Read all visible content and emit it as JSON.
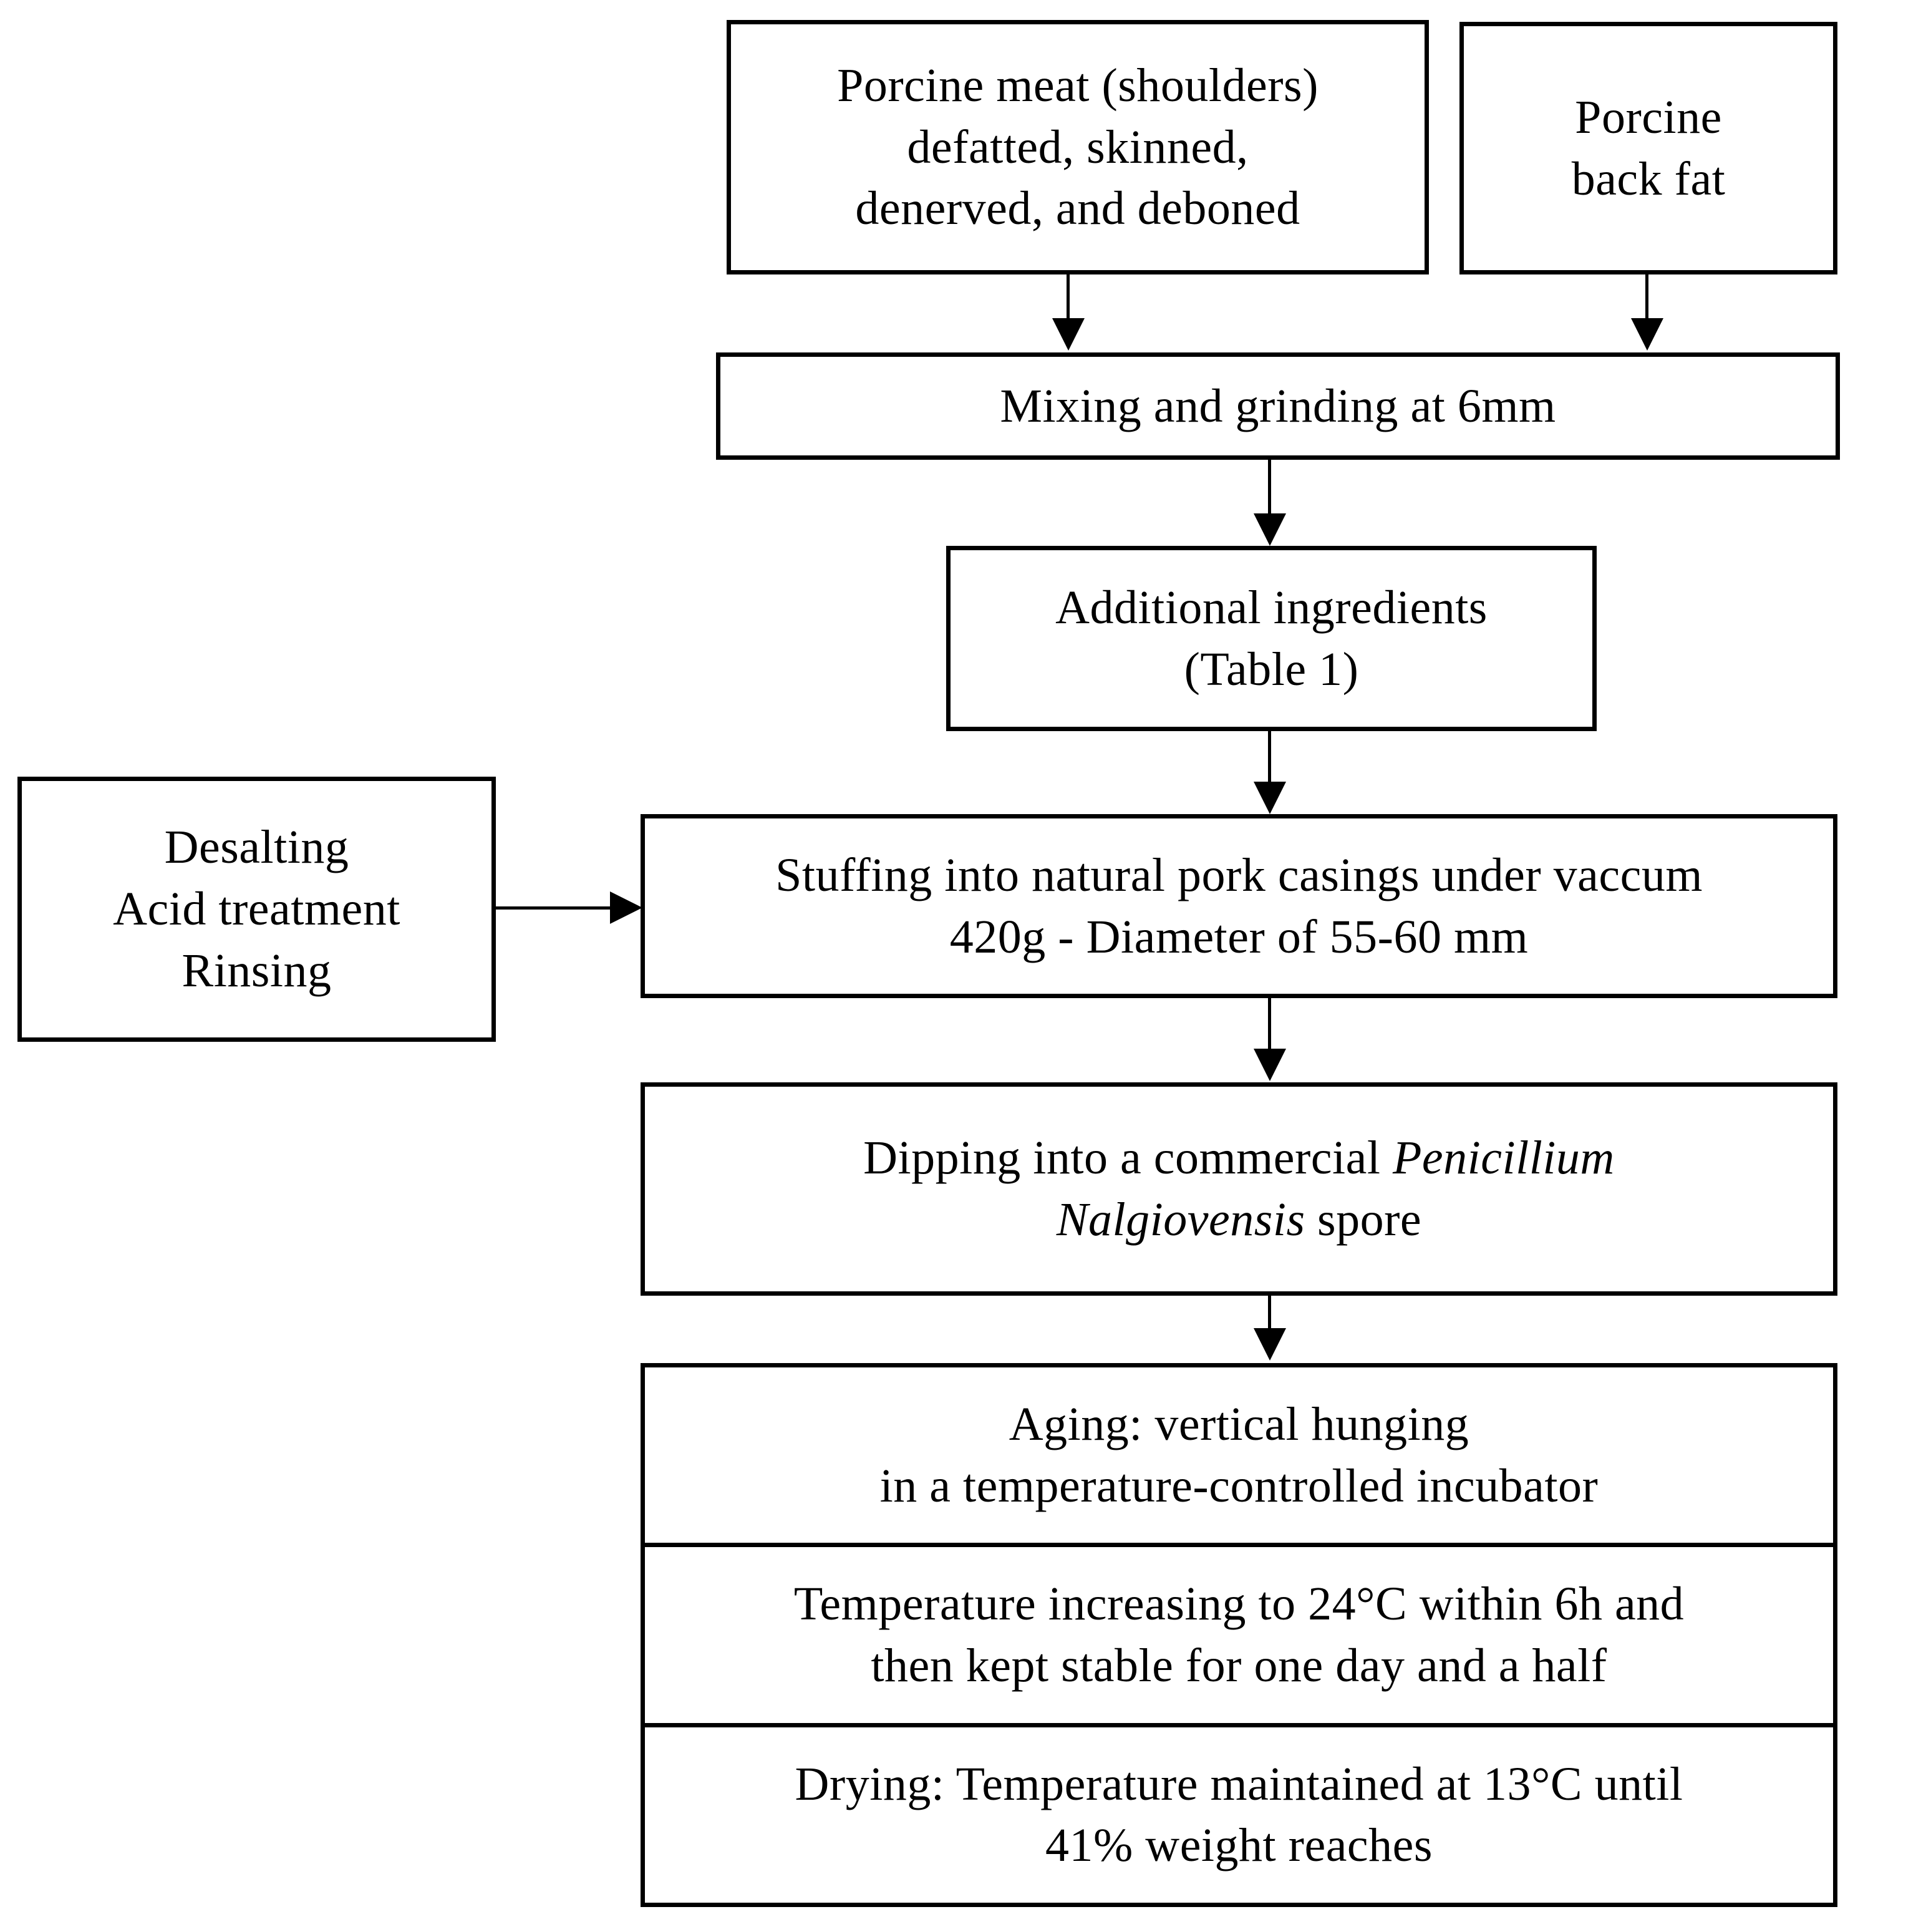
{
  "diagram": {
    "title": "Dry-cured sausage manufacturing process flowchart",
    "line_color": "#000000",
    "background_color": "#ffffff",
    "nodes": {
      "porcine_meat": {
        "lines": [
          "Porcine meat (shoulders)",
          "defatted, skinned,",
          "denerved, and deboned"
        ]
      },
      "porcine_back_fat": {
        "lines": [
          "Porcine",
          "back fat"
        ]
      },
      "mixing_grinding": {
        "lines": [
          "Mixing and grinding  at 6mm"
        ]
      },
      "additional_ingredients": {
        "lines": [
          "Additional  ingredients",
          "(Table 1)"
        ]
      },
      "desalting": {
        "lines": [
          "Desalting",
          "Acid treatment",
          "Rinsing"
        ]
      },
      "stuffing": {
        "lines": [
          "Stuffing  into natural pork casings  under vaccum",
          "420g - Diameter of 55-60 mm"
        ]
      },
      "dipping": {
        "line1_prefix": "Dipping into a commercial ",
        "line1_italic": "Penicillium",
        "line2_italic": "Nalgiovensis",
        "line2_suffix": " spore"
      },
      "aging": {
        "lines": [
          "Aging: vertical hunging",
          "in a temperature-controlled  incubator"
        ]
      },
      "temperature": {
        "lines": [
          "Temperature increasing to 24°C within 6h and",
          "then kept stable for one day and a half"
        ]
      },
      "drying": {
        "lines": [
          "Drying: Temperature maintained  at 13°C until",
          "41% weight reaches"
        ]
      }
    },
    "connectors": [
      {
        "name": "meat-to-mixing",
        "type": "arrow-down"
      },
      {
        "name": "backfat-to-mixing",
        "type": "arrow-down"
      },
      {
        "name": "mixing-to-ingredients",
        "type": "arrow-down"
      },
      {
        "name": "ingredients-to-stuffing",
        "type": "arrow-down"
      },
      {
        "name": "desalting-to-stuffing",
        "type": "arrow-right"
      },
      {
        "name": "stuffing-to-dipping",
        "type": "arrow-down"
      },
      {
        "name": "dipping-to-aging",
        "type": "arrow-down"
      }
    ]
  }
}
